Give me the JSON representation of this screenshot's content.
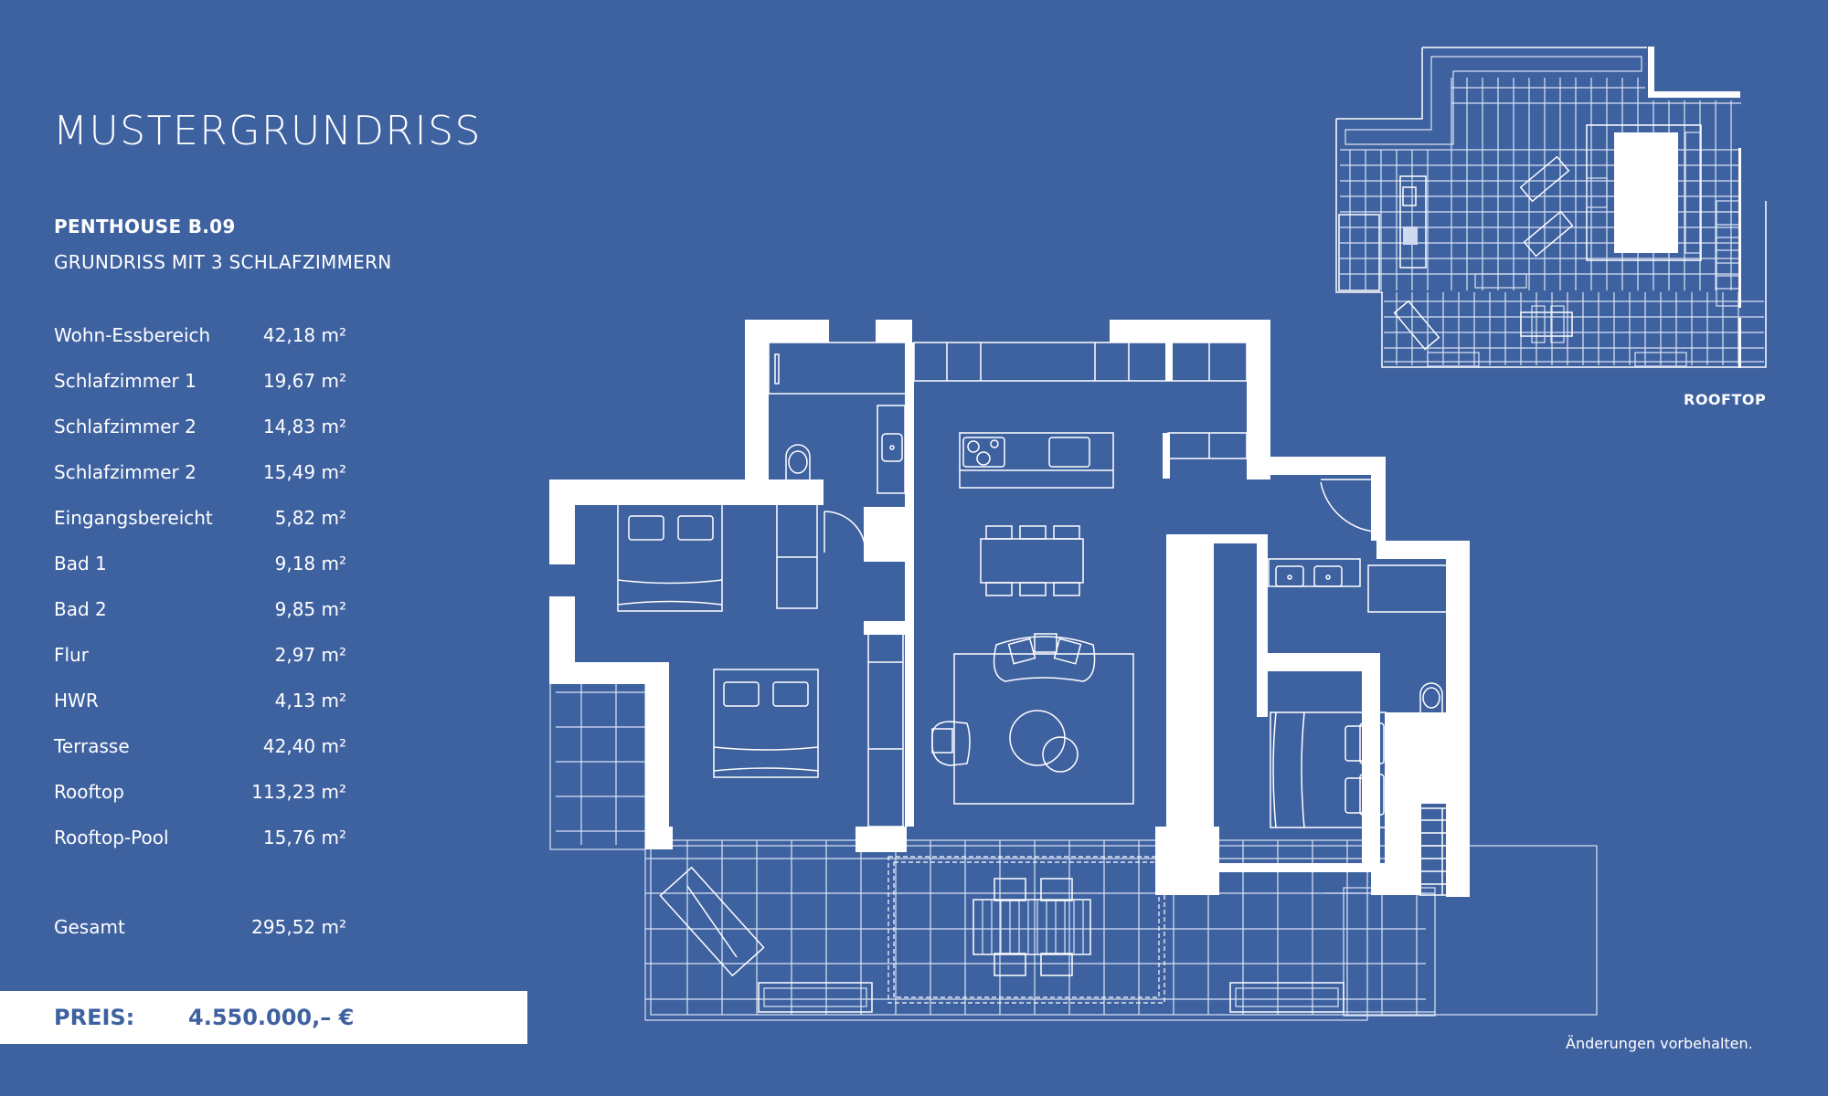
{
  "header": {
    "title": "MUSTERGRUNDRISS",
    "unit_name": "PENTHOUSE B.09",
    "unit_subtitle": "GRUNDRISS MIT 3 SCHLAFZIMMERN"
  },
  "areas": [
    {
      "label": "Wohn-Essbereich",
      "value": "42,18 m²"
    },
    {
      "label": "Schlafzimmer 1",
      "value": "19,67 m²"
    },
    {
      "label": "Schlafzimmer 2",
      "value": "14,83 m²"
    },
    {
      "label": "Schlafzimmer 2",
      "value": "15,49 m²"
    },
    {
      "label": "Eingangsbereicht",
      "value": "5,82 m²"
    },
    {
      "label": "Bad 1",
      "value": "9,18 m²"
    },
    {
      "label": "Bad 2",
      "value": "9,85 m²"
    },
    {
      "label": "Flur",
      "value": "2,97 m²"
    },
    {
      "label": "HWR",
      "value": "4,13 m²"
    },
    {
      "label": "Terrasse",
      "value": "42,40 m²"
    },
    {
      "label": "Rooftop",
      "value": "113,23 m²"
    },
    {
      "label": "Rooftop-Pool",
      "value": "15,76 m²"
    }
  ],
  "total": {
    "label": "Gesamt",
    "value": "295,52 m²"
  },
  "price": {
    "label": "PREIS:",
    "value": "4.550.000,– €"
  },
  "rooftop_plan": {
    "label": "ROOFTOP"
  },
  "main_plan": {
    "icons": [
      "floor-plan-icon",
      "bed-icon",
      "sofa-icon",
      "dining-table-icon",
      "kitchen-island-icon",
      "sun-lounger-icon",
      "stairs-icon",
      "pool-icon",
      "door-swing-icon",
      "toilet-icon",
      "sink-icon",
      "planter-icon"
    ]
  },
  "footer": {
    "note": "Änderungen vorbehalten."
  },
  "colors": {
    "background": "#3e61a0",
    "foreground": "#ffffff"
  }
}
